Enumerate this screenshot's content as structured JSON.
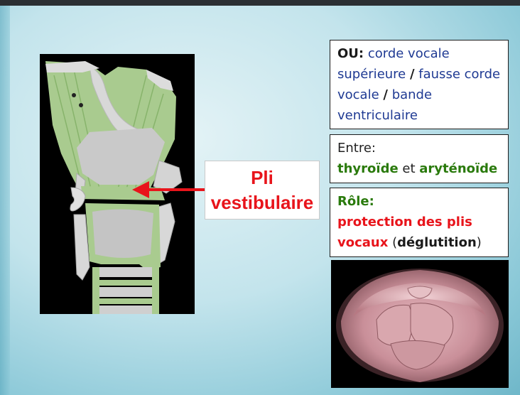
{
  "callout": {
    "line1": "Pli",
    "line2": "vestibulaire"
  },
  "box_synonyms": {
    "ou_label": "OU:",
    "part1": " corde vocale supérieure ",
    "sep1": "/",
    "part2": " fausse corde vocale ",
    "sep2": "/",
    "part3": " bande ventriculaire"
  },
  "box_between": {
    "label": "Entre:",
    "term1": "thyroïde",
    "joiner": " et ",
    "term2": "aryténoïde"
  },
  "box_role": {
    "label": "Rôle:",
    "protection": "protection des plis vocaux",
    "paren_open": " (",
    "deglutition": "déglutition",
    "paren_close": ")"
  },
  "colors": {
    "callout_red": "#e8141b",
    "green_text": "#2a7a0c",
    "navy_text": "#1f3a93"
  },
  "images": {
    "anatomy": "larynx-coronal-section-illustration",
    "endoscopy": "laryngeal-endoscopic-view"
  }
}
